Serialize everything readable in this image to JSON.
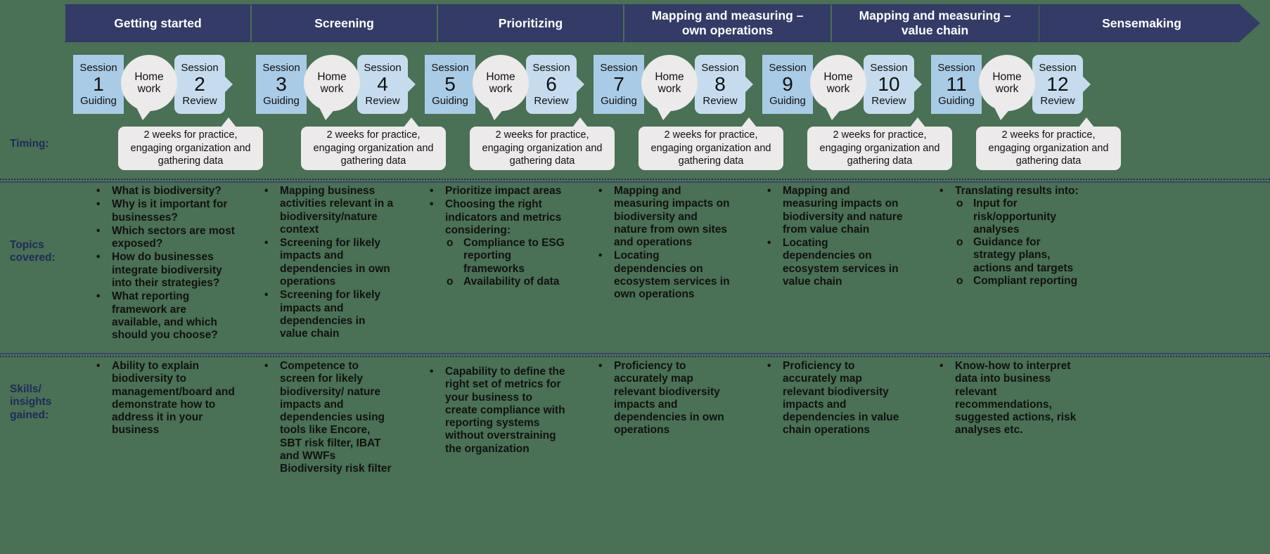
{
  "phases": [
    {
      "label": "Getting started"
    },
    {
      "label": "Screening"
    },
    {
      "label": "Prioritizing"
    },
    {
      "label": "Mapping and measuring – own operations"
    },
    {
      "label": "Mapping and measuring – value chain"
    },
    {
      "label": "Sensemaking"
    }
  ],
  "row_labels": {
    "timing": "Timing:",
    "topics": "Topics\ncovered:",
    "skills": "Skills/\ninsights\ngained:"
  },
  "homework_label": "Home\nwork",
  "timing_text": "2 weeks for practice, engaging organization and gathering data",
  "sessions": [
    {
      "lab": "Session",
      "num": "1",
      "role": "Guiding",
      "kind": "guiding"
    },
    {
      "lab": "Session",
      "num": "2",
      "role": "Review",
      "kind": "review"
    },
    {
      "lab": "Session",
      "num": "3",
      "role": "Guiding",
      "kind": "guiding"
    },
    {
      "lab": "Session",
      "num": "4",
      "role": "Review",
      "kind": "review"
    },
    {
      "lab": "Session",
      "num": "5",
      "role": "Guiding",
      "kind": "guiding"
    },
    {
      "lab": "Session",
      "num": "6",
      "role": "Review",
      "kind": "review"
    },
    {
      "lab": "Session",
      "num": "7",
      "role": "Guiding",
      "kind": "guiding"
    },
    {
      "lab": "Session",
      "num": "8",
      "role": "Review",
      "kind": "review"
    },
    {
      "lab": "Session",
      "num": "9",
      "role": "Guiding",
      "kind": "guiding"
    },
    {
      "lab": "Session",
      "num": "10",
      "role": "Review",
      "kind": "review"
    },
    {
      "lab": "Session",
      "num": "11",
      "role": "Guiding",
      "kind": "guiding"
    },
    {
      "lab": "Session",
      "num": "12",
      "role": "Review",
      "kind": "review"
    }
  ],
  "topics": [
    [
      "What is biodiversity?",
      "Why is it important for businesses?",
      "Which sectors are most exposed?",
      "How do businesses integrate biodiversity into their strategies?",
      "What reporting framework are available, and which should you choose?"
    ],
    [
      "Mapping business activities relevant in a biodiversity/nature context",
      "Screening for likely impacts and dependencies in own operations",
      "Screening for likely impacts and dependencies in value chain"
    ],
    [
      "Prioritize impact areas",
      "Choosing the right indicators and metrics considering:"
    ],
    [
      "Mapping and measuring impacts on biodiversity and nature from own sites and operations",
      "Locating dependencies on ecosystem services in own operations"
    ],
    [
      "Mapping and measuring impacts on biodiversity and nature from value chain",
      "Locating dependencies on ecosystem services in value chain"
    ],
    [
      "Translating results into:"
    ]
  ],
  "topics_sub": {
    "col3": [
      "Compliance to ESG reporting frameworks",
      "Availability of data"
    ],
    "col6": [
      "Input for risk/opportunity analyses",
      "Guidance for strategy plans, actions and targets",
      "Compliant reporting"
    ]
  },
  "skills": [
    [
      "Ability to explain biodiversity to management/board and demonstrate how to address it in your business"
    ],
    [
      "Competence to screen for likely biodiversity/ nature impacts and dependencies using tools like Encore,  SBT risk filter, IBAT and WWFs Biodiversity risk filter"
    ],
    [
      "Capability to define the right set of metrics for your business to create compliance with reporting systems without overstraining the organization"
    ],
    [
      "Proficiency to accurately map relevant biodiversity impacts and dependencies in own operations"
    ],
    [
      "Proficiency to accurately map relevant biodiversity impacts and dependencies in value chain operations"
    ],
    [
      "Know-how to interpret data into business relevant recommendations, suggested actions, risk analyses etc."
    ]
  ],
  "colors": {
    "background": "#4a7055",
    "phase_band": "#333b66",
    "guiding_box": "#a9cbe6",
    "review_box": "#c6dcee",
    "homework": "#eceaea",
    "label_text": "#1f2b5b",
    "rule": "#3c4472"
  }
}
